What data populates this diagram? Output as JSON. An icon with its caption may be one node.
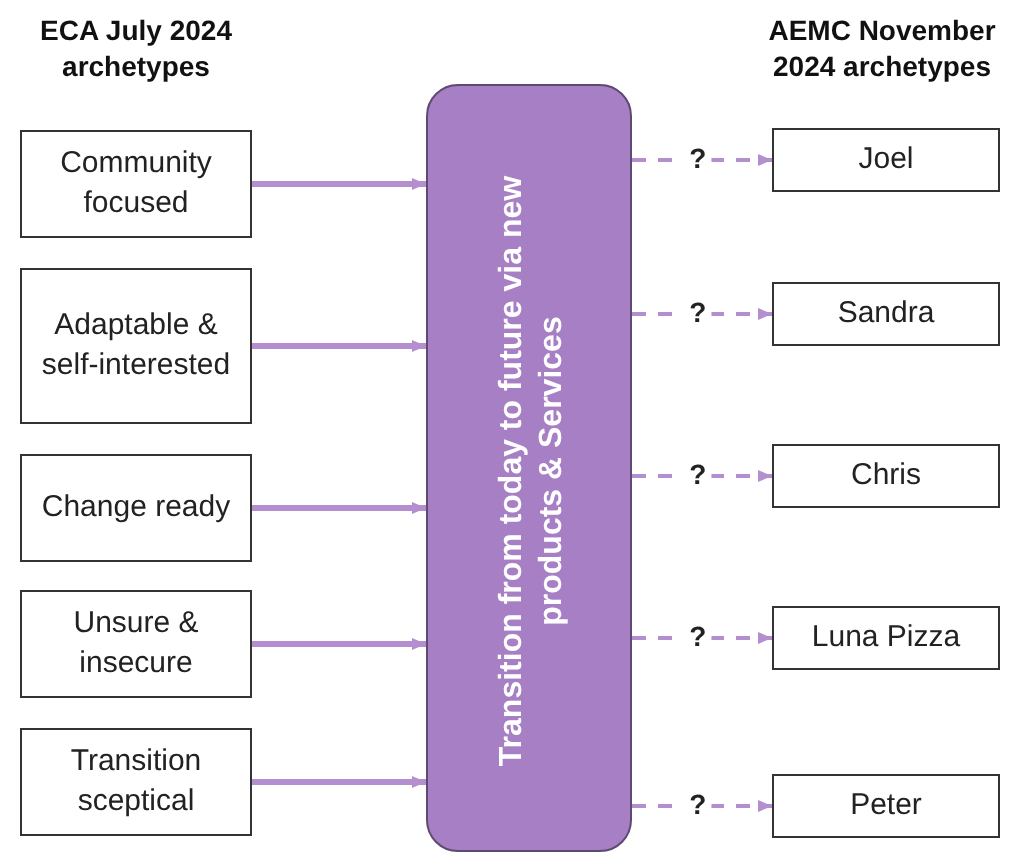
{
  "diagram": {
    "nodes": [
      {
        "text": [
          "Community focused"
        ]
      },
      {
        "text": [
          "Adaptable & self-interested"
        ]
      },
      {
        "text": [
          "Change ready"
        ]
      },
      {
        "text": [
          "Unsure & insecure"
        ]
      },
      {
        "text": [
          "Transition sceptical"
        ]
      },
      {
        "text": [
          "Transition from today to future via new products & Services"
        ]
      },
      {
        "text": [
          "Joel"
        ]
      },
      {
        "text": [
          "Sandra"
        ]
      },
      {
        "text": [
          "Chris"
        ]
      },
      {
        "text": [
          "Luna Pizza"
        ]
      },
      {
        "text": [
          "Peter"
        ]
      }
    ],
    "edges": [
      {
        "from": 0,
        "to": 5,
        "arrow": "to"
      },
      {
        "from": 1,
        "to": 5,
        "arrow": "to"
      },
      {
        "from": 2,
        "to": 5,
        "arrow": "to"
      },
      {
        "from": 3,
        "to": 5,
        "arrow": "to"
      },
      {
        "from": 4,
        "to": 5,
        "arrow": "to"
      },
      {
        "from": 5,
        "to": 6,
        "arrow": "to",
        "label": "?",
        "style": "dashed"
      },
      {
        "from": 5,
        "to": 7,
        "arrow": "to",
        "label": "?",
        "style": "dashed"
      },
      {
        "from": 5,
        "to": 8,
        "arrow": "to",
        "label": "?",
        "style": "dashed"
      },
      {
        "from": 5,
        "to": 9,
        "arrow": "to",
        "label": "?",
        "style": "dashed"
      },
      {
        "from": 5,
        "to": 10,
        "arrow": "to",
        "label": "?",
        "style": "dashed"
      }
    ],
    "labels": [
      "ECA July 2024 archetypes",
      "AEMC November 2024 archetypes"
    ]
  }
}
